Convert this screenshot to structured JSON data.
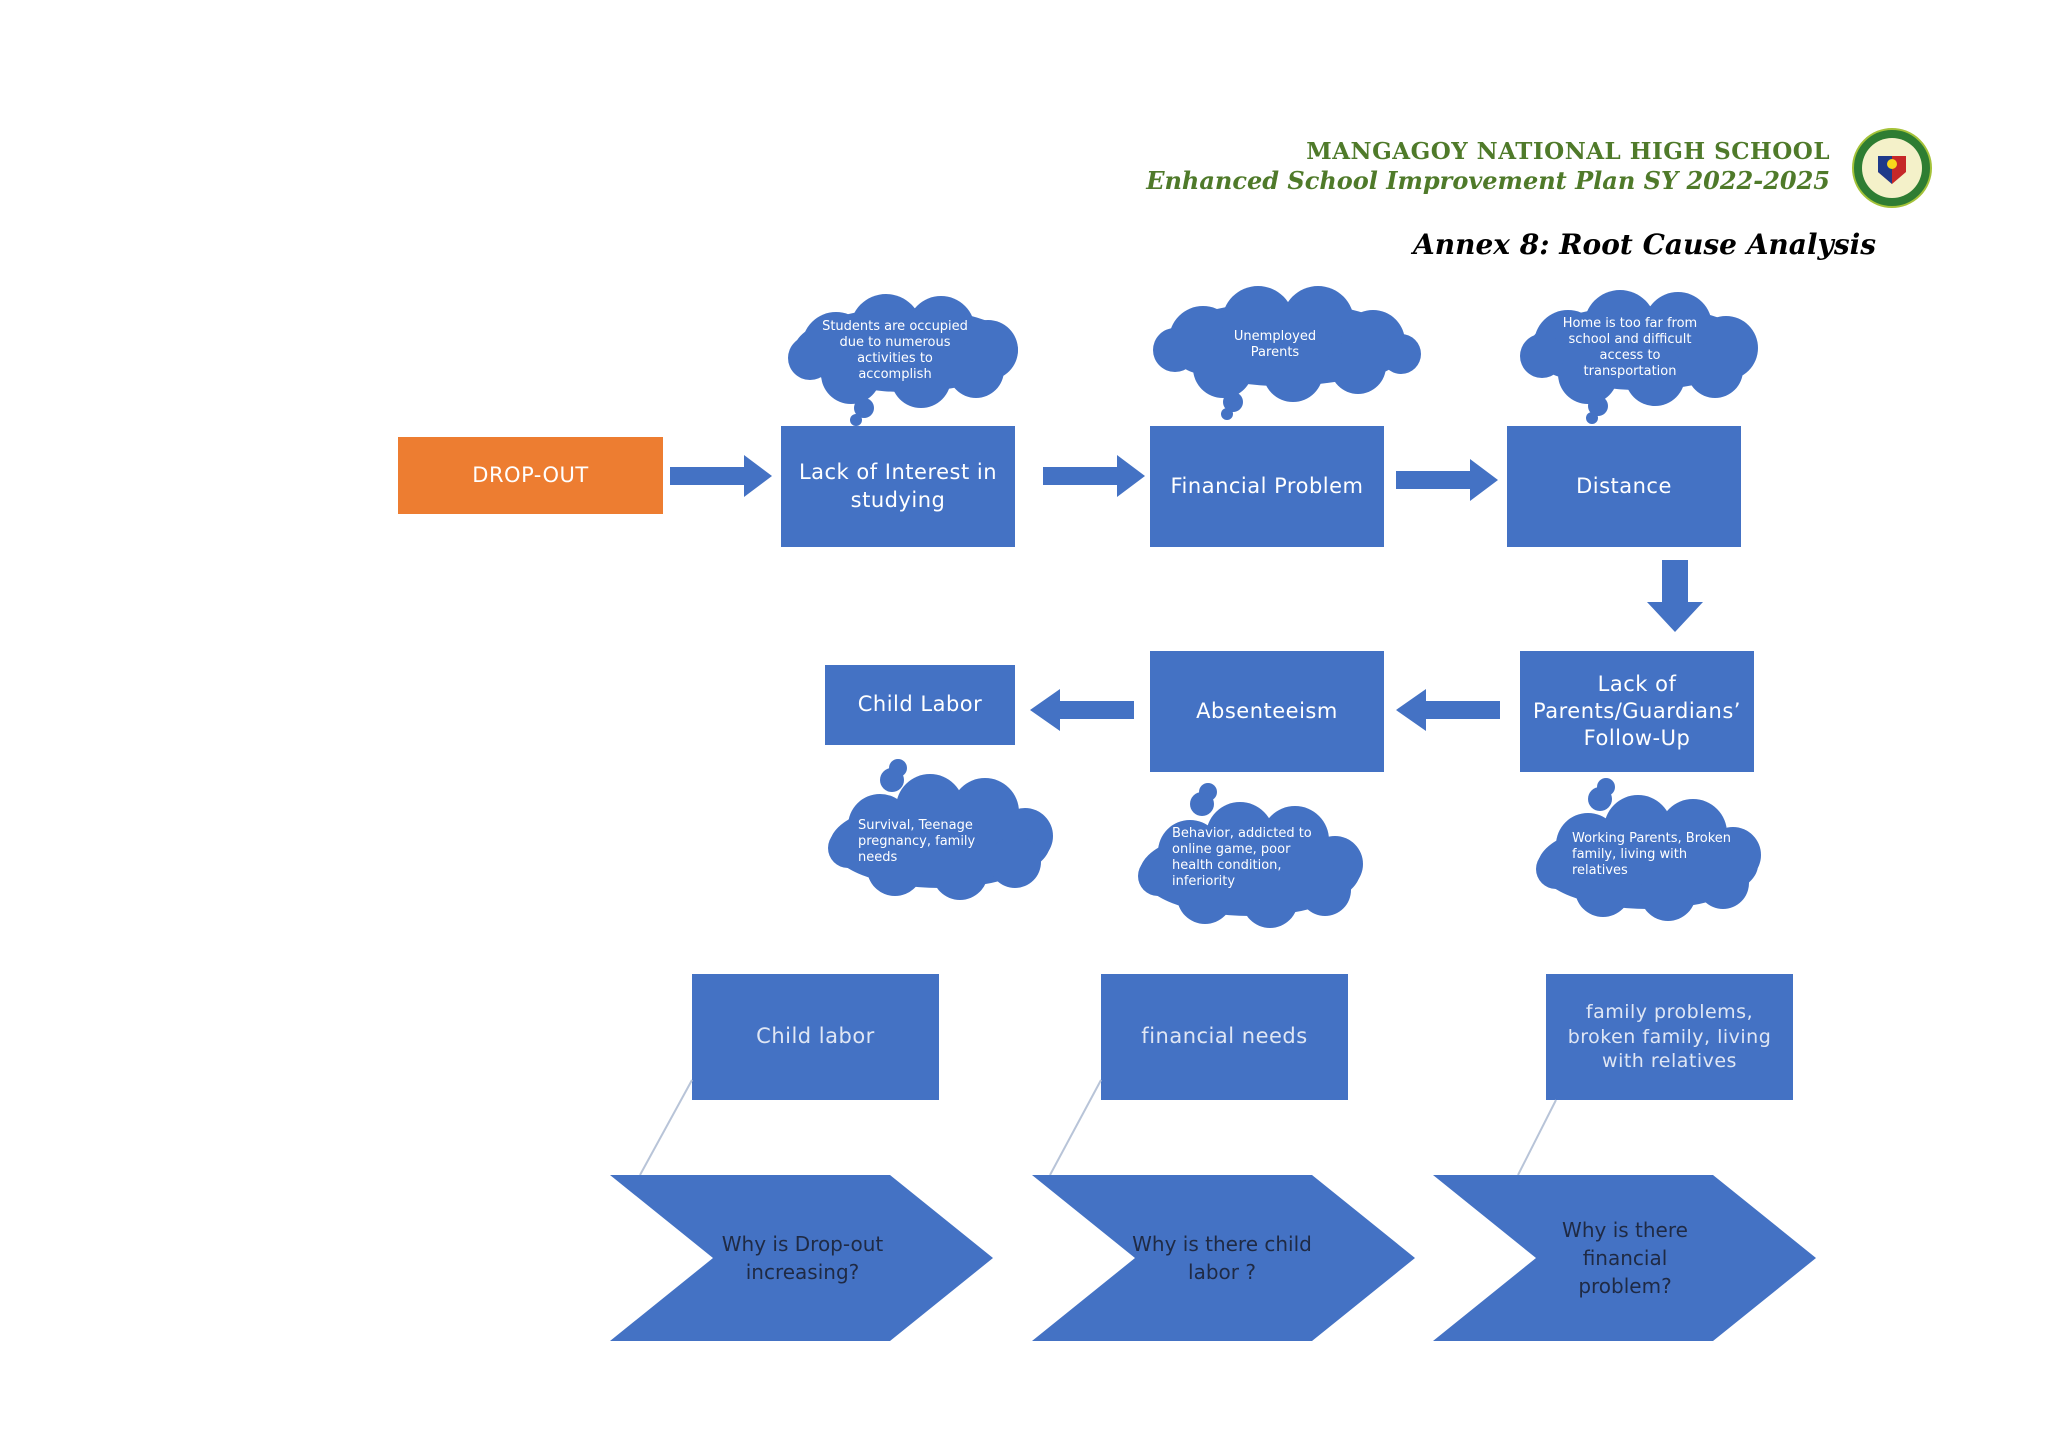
{
  "header": {
    "school": "MANGAGOY NATIONAL HIGH SCHOOL",
    "plan": "Enhanced School Improvement Plan SY 2022-2025",
    "annex": "Annex 8: Root Cause Analysis"
  },
  "flow": {
    "start": "DROP-OUT",
    "row1": [
      "Lack of Interest in studying",
      "Financial Problem",
      "Distance"
    ],
    "row2": [
      "Lack of Parents/Guardians’ Follow-Up",
      "Absenteeism",
      "Child Labor"
    ]
  },
  "clouds": {
    "interest": "Students are occupied due to numerous activities to accomplish",
    "financial": "Unemployed Parents",
    "distance": "Home is too far from school and difficult access to transportation",
    "followup": "Working Parents, Broken family, living with relatives",
    "absenteeism": "Behavior, addicted to online game, poor health condition, inferiority",
    "childlabor": "Survival, Teenage pregnancy, family needs"
  },
  "why": {
    "answers": [
      "Child labor",
      "financial needs",
      "family problems, broken family, living with relatives"
    ],
    "questions": [
      "Why is Drop-out increasing?",
      "Why is there child labor ?",
      "Why is there financial problem?"
    ]
  },
  "colors": {
    "box": "#4472c4",
    "start": "#ed7d31",
    "header_green": "#4f7a2a"
  }
}
